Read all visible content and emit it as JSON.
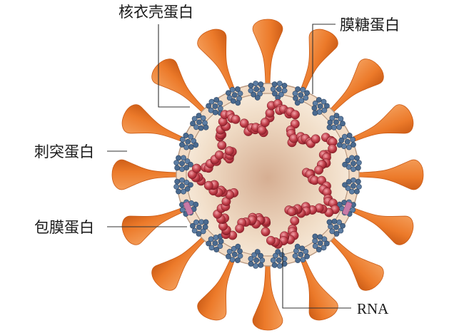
{
  "labels": {
    "nucleocapsid": "核衣壳蛋白",
    "glycoprotein": "膜糖蛋白",
    "spike": "刺突蛋白",
    "envelope": "包膜蛋白",
    "rna": "RNA"
  },
  "colors": {
    "spike": "#ef7d2c",
    "spike_dark": "#c95a16",
    "membrane": "#f2dcc6",
    "membrane_edge": "#b89880",
    "core_center": "#d8b49a",
    "core_edge": "#f7ead9",
    "rna": "#b8333f",
    "rna_light": "#e4848c",
    "glycoprotein": "#4a6a8f",
    "envelope_protein": "#c97aa6"
  }
}
